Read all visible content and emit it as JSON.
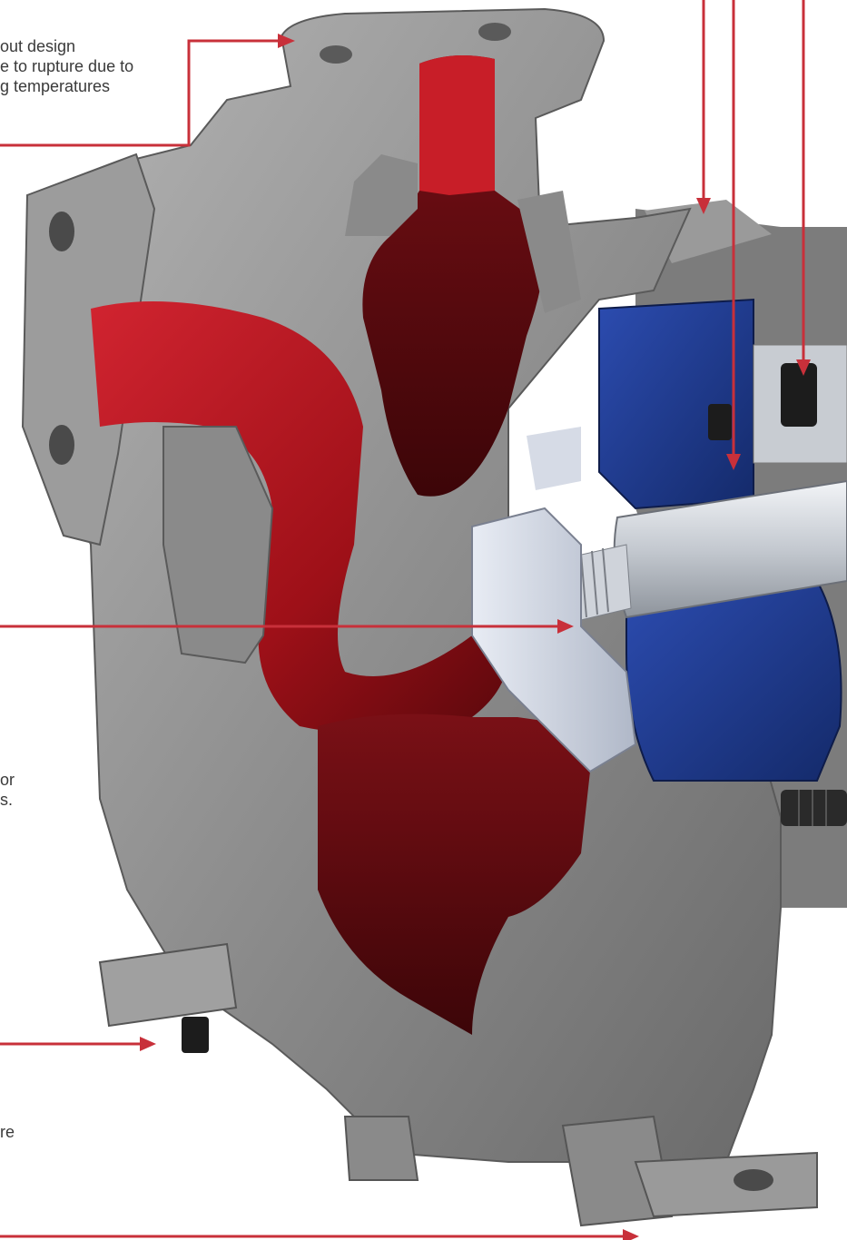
{
  "callouts": {
    "top": {
      "line1": "out design",
      "line2": "e to rupture due to",
      "line3": "g temperatures"
    },
    "middle": {
      "line1": "or",
      "line2": "s."
    },
    "bottom": {
      "line1": "re"
    }
  },
  "colors": {
    "arrow": "#c8303a",
    "casing": "#8c8c8c",
    "fluid": "#b3141e",
    "seal": "#1f3a8c",
    "shaft": "#d2d6dc"
  },
  "illustration": "pump-cutaway-diagram"
}
